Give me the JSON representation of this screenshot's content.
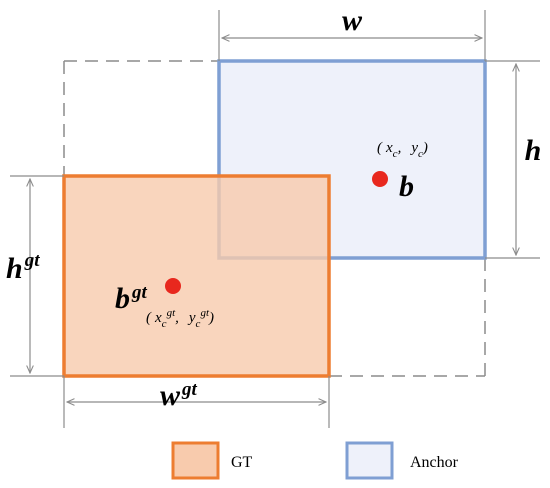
{
  "colors": {
    "gt_stroke": "#ED7D31",
    "gt_fill": "#F8CBAD",
    "anchor_stroke": "#7F9FD3",
    "anchor_fill": "#EEF1FA",
    "center_dot": "#E8281E",
    "dim_line": "#8C8C8C",
    "dash_line": "#8C8C8C",
    "text": "#000000"
  },
  "anchor": {
    "width_label": "w",
    "height_label": "h",
    "center_label": "b",
    "coord_open": "(",
    "coord_x": "x",
    "coord_x_sub": "c",
    "coord_sep": ",",
    "coord_y": "y",
    "coord_y_sub": "c",
    "coord_close": ")"
  },
  "gt": {
    "width_label": "w",
    "width_sup": "gt",
    "height_label": "h",
    "height_sup": "gt",
    "center_label": "b",
    "center_sup": "gt",
    "coord_open": "(",
    "coord_x": "x",
    "coord_x_sub": "c",
    "coord_x_sup": "gt",
    "coord_sep": ",",
    "coord_y": "y",
    "coord_y_sub": "c",
    "coord_y_sup": "gt",
    "coord_close": ")"
  },
  "legend": {
    "items": [
      {
        "label": "GT",
        "swatch_fill": "#F8CBAD",
        "swatch_stroke": "#ED7D31"
      },
      {
        "label": "Anchor",
        "swatch_fill": "#EEF1FA",
        "swatch_stroke": "#7F9FD3"
      }
    ]
  }
}
